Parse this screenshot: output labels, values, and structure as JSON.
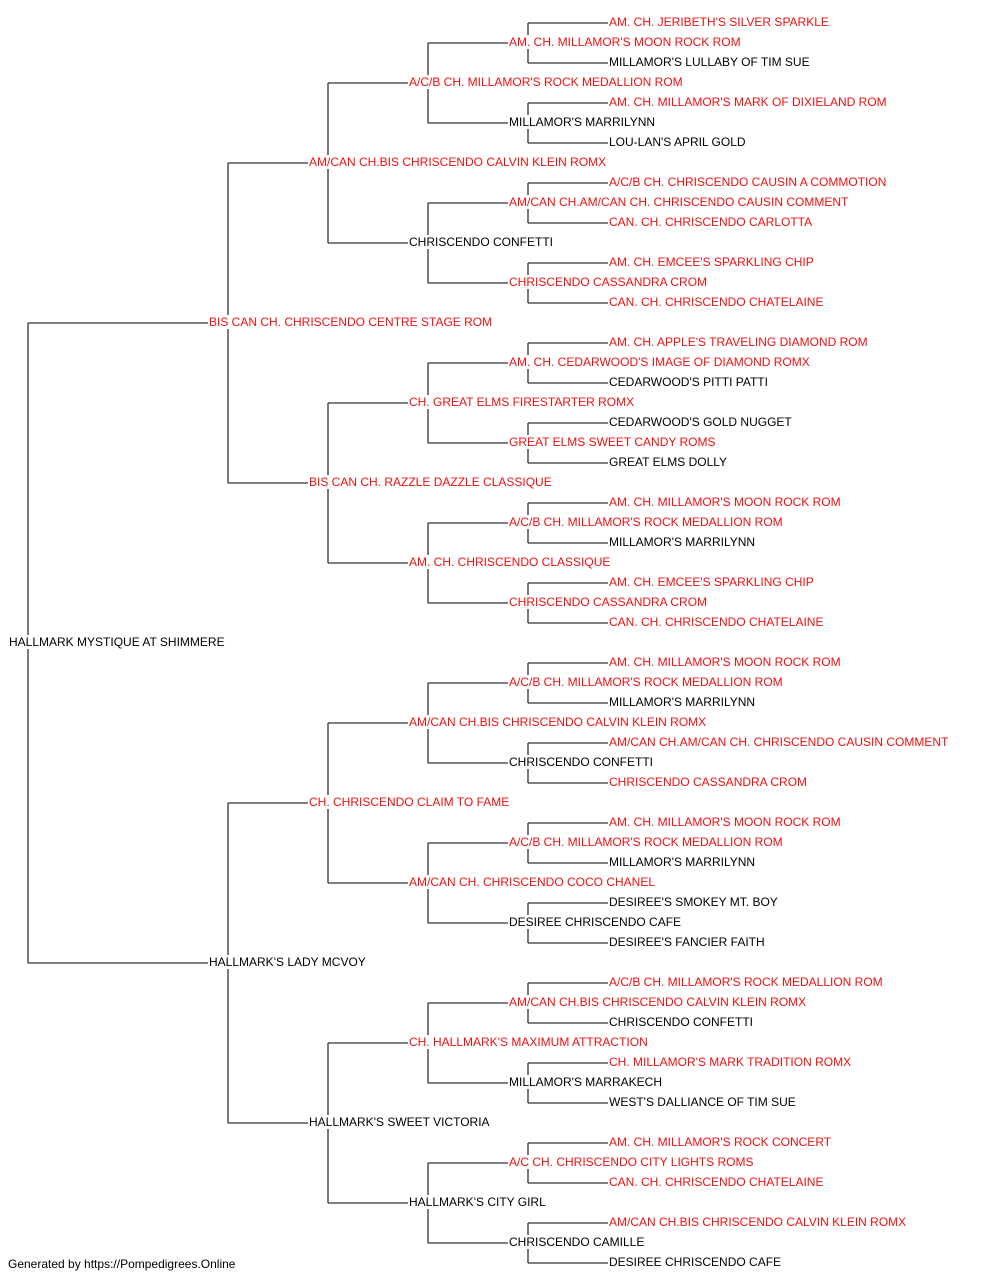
{
  "colors": {
    "champion": "#ee1111",
    "regular": "#000000",
    "connector": "#333333"
  },
  "pedigree": {
    "subject": {
      "name": "HALLMARK MYSTIQUE AT SHIMMERE",
      "ch": false
    },
    "gen1": [
      {
        "name": "BIS CAN CH. CHRISCENDO CENTRE STAGE ROM",
        "ch": true
      },
      {
        "name": "HALLMARK'S LADY MCVOY",
        "ch": false
      }
    ],
    "gen2": [
      {
        "name": "AM/CAN CH.BIS CHRISCENDO CALVIN KLEIN ROMX",
        "ch": true
      },
      {
        "name": "BIS CAN CH. RAZZLE DAZZLE CLASSIQUE",
        "ch": true
      },
      {
        "name": "CH. CHRISCENDO CLAIM TO FAME",
        "ch": true
      },
      {
        "name": "HALLMARK'S SWEET VICTORIA",
        "ch": false
      }
    ],
    "gen3": [
      {
        "name": "A/C/B CH. MILLAMOR'S ROCK MEDALLION ROM",
        "ch": true
      },
      {
        "name": "CHRISCENDO CONFETTI",
        "ch": false
      },
      {
        "name": "CH. GREAT ELMS FIRESTARTER ROMX",
        "ch": true
      },
      {
        "name": "AM. CH. CHRISCENDO CLASSIQUE",
        "ch": true
      },
      {
        "name": "AM/CAN CH.BIS CHRISCENDO CALVIN KLEIN ROMX",
        "ch": true
      },
      {
        "name": "AM/CAN CH. CHRISCENDO COCO CHANEL",
        "ch": true
      },
      {
        "name": "CH. HALLMARK'S MAXIMUM ATTRACTION",
        "ch": true
      },
      {
        "name": "HALLMARK'S CITY GIRL",
        "ch": false
      }
    ],
    "gen4": [
      {
        "name": "AM. CH. MILLAMOR'S MOON ROCK ROM",
        "ch": true
      },
      {
        "name": "MILLAMOR'S MARRILYNN",
        "ch": false
      },
      {
        "name": "AM/CAN CH.AM/CAN CH. CHRISCENDO CAUSIN COMMENT",
        "ch": true
      },
      {
        "name": "CHRISCENDO CASSANDRA CROM",
        "ch": true
      },
      {
        "name": "AM. CH. CEDARWOOD'S IMAGE OF DIAMOND ROMX",
        "ch": true
      },
      {
        "name": "GREAT ELMS SWEET CANDY ROMS",
        "ch": true
      },
      {
        "name": "A/C/B CH. MILLAMOR'S ROCK MEDALLION ROM",
        "ch": true
      },
      {
        "name": "CHRISCENDO CASSANDRA CROM",
        "ch": true
      },
      {
        "name": "A/C/B CH. MILLAMOR'S ROCK MEDALLION ROM",
        "ch": true
      },
      {
        "name": "CHRISCENDO CONFETTI",
        "ch": false
      },
      {
        "name": "A/C/B CH. MILLAMOR'S ROCK MEDALLION ROM",
        "ch": true
      },
      {
        "name": "DESIREE CHRISCENDO CAFE",
        "ch": false
      },
      {
        "name": "AM/CAN CH.BIS CHRISCENDO CALVIN KLEIN ROMX",
        "ch": true
      },
      {
        "name": "MILLAMOR'S MARRAKECH",
        "ch": false
      },
      {
        "name": "A/C CH. CHRISCENDO CITY LIGHTS ROMS",
        "ch": true
      },
      {
        "name": "CHRISCENDO CAMILLE",
        "ch": false
      }
    ],
    "gen5": [
      {
        "name": "AM. CH. JERIBETH'S SILVER SPARKLE",
        "ch": true
      },
      {
        "name": "MILLAMOR'S LULLABY OF TIM SUE",
        "ch": false
      },
      {
        "name": "AM. CH. MILLAMOR'S MARK OF DIXIELAND ROM",
        "ch": true
      },
      {
        "name": "LOU-LAN'S APRIL GOLD",
        "ch": false
      },
      {
        "name": "A/C/B CH. CHRISCENDO CAUSIN A COMMOTION",
        "ch": true
      },
      {
        "name": "CAN. CH. CHRISCENDO CARLOTTA",
        "ch": true
      },
      {
        "name": "AM. CH. EMCEE'S SPARKLING CHIP",
        "ch": true
      },
      {
        "name": "CAN. CH. CHRISCENDO CHATELAINE",
        "ch": true
      },
      {
        "name": "AM. CH. APPLE'S TRAVELING DIAMOND ROM",
        "ch": true
      },
      {
        "name": "CEDARWOOD'S PITTI PATTI",
        "ch": false
      },
      {
        "name": "CEDARWOOD'S GOLD NUGGET",
        "ch": false
      },
      {
        "name": "GREAT ELMS DOLLY",
        "ch": false
      },
      {
        "name": "AM. CH. MILLAMOR'S MOON ROCK ROM",
        "ch": true
      },
      {
        "name": "MILLAMOR'S MARRILYNN",
        "ch": false
      },
      {
        "name": "AM. CH. EMCEE'S SPARKLING CHIP",
        "ch": true
      },
      {
        "name": "CAN. CH. CHRISCENDO CHATELAINE",
        "ch": true
      },
      {
        "name": "AM. CH. MILLAMOR'S MOON ROCK ROM",
        "ch": true
      },
      {
        "name": "MILLAMOR'S MARRILYNN",
        "ch": false
      },
      {
        "name": "AM/CAN CH.AM/CAN CH. CHRISCENDO CAUSIN COMMENT",
        "ch": true
      },
      {
        "name": "CHRISCENDO CASSANDRA CROM",
        "ch": true
      },
      {
        "name": "AM. CH. MILLAMOR'S MOON ROCK ROM",
        "ch": true
      },
      {
        "name": "MILLAMOR'S MARRILYNN",
        "ch": false
      },
      {
        "name": "DESIREE'S SMOKEY MT. BOY",
        "ch": false
      },
      {
        "name": "DESIREE'S FANCIER FAITH",
        "ch": false
      },
      {
        "name": "A/C/B CH. MILLAMOR'S ROCK MEDALLION ROM",
        "ch": true
      },
      {
        "name": "CHRISCENDO CONFETTI",
        "ch": false
      },
      {
        "name": "CH. MILLAMOR'S MARK TRADITION ROMX",
        "ch": true
      },
      {
        "name": "WEST'S DALLIANCE OF TIM SUE",
        "ch": false
      },
      {
        "name": "AM. CH. MILLAMOR'S ROCK CONCERT",
        "ch": true
      },
      {
        "name": "CAN. CH. CHRISCENDO CHATELAINE",
        "ch": true
      },
      {
        "name": "AM/CAN CH.BIS CHRISCENDO CALVIN KLEIN ROMX",
        "ch": true
      },
      {
        "name": "DESIREE CHRISCENDO CAFE",
        "ch": false
      }
    ]
  },
  "footer": "Generated by https://Pompedigrees.Online"
}
